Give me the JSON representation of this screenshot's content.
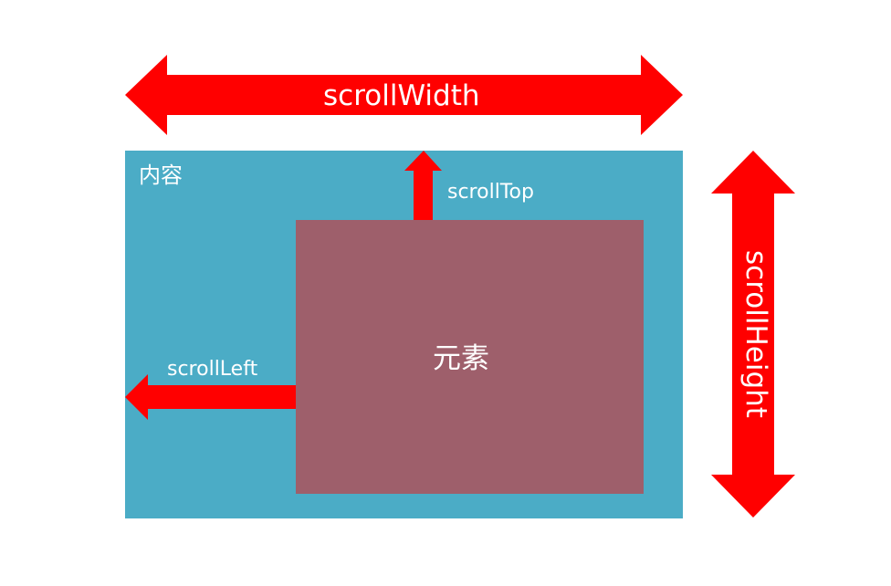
{
  "colors": {
    "content_fill": "#4bacc6",
    "element_fill": "#9e5f6b",
    "arrow_fill": "#ff0000",
    "label_text": "#ffffff",
    "background": "#ffffff"
  },
  "labels": {
    "content": "内容",
    "element": "元素",
    "scroll_width": "scrollWidth",
    "scroll_height": "scrollHeight",
    "scroll_top": "scrollTop",
    "scroll_left": "scrollLeft"
  }
}
